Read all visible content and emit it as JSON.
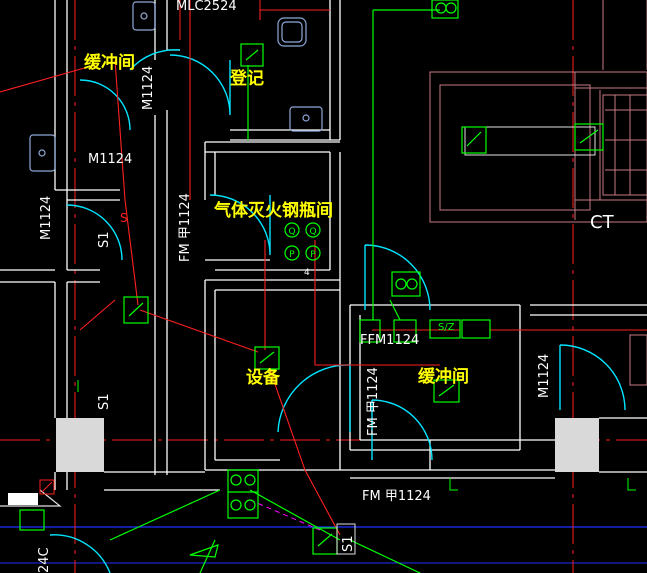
{
  "labels": {
    "room_buffer_1": "缓冲间",
    "room_register": "登记",
    "room_gas_cylinder": "气体灭火钢瓶间",
    "room_equipment": "设备",
    "room_buffer_2": "缓冲间",
    "room_ct": "CT",
    "door_m1124_a": "M1124",
    "door_m1124_b": "M1124",
    "door_m1124_c": "M1124",
    "door_m1124_d": "M1124",
    "door_fm_1124_vertical": "FM 甲1124",
    "door_fm_1124_small": "FM 甲1124",
    "door_fm_1124_bottom": "FM 甲1124",
    "door_ffm_1124": "FFM1124",
    "door_mlc": "MLC2524",
    "grid_s1_left": "S1",
    "grid_s1_mid": "S1",
    "grid_s1_bottom": "S1",
    "bottom_left_code": "24C",
    "cylinder_q1": "Q",
    "cylinder_q2": "Q",
    "cylinder_p1": "P",
    "cylinder_p2": "P",
    "cylinder_count": "4",
    "switch_s": "S",
    "switch_sz": "S/Z"
  },
  "colors": {
    "background": "#000000",
    "wall": "#ffffff",
    "door": "#00e5ff",
    "wiring": "#ff2020",
    "device": "#00ff00",
    "label": "#ffff00",
    "axis": "#0000ff",
    "equipment": "#c77a86"
  },
  "icons": [
    "sink-icon",
    "chair-icon",
    "switch-icon",
    "gas-cylinder-icon",
    "fire-alarm-icon",
    "ct-scanner-icon"
  ]
}
